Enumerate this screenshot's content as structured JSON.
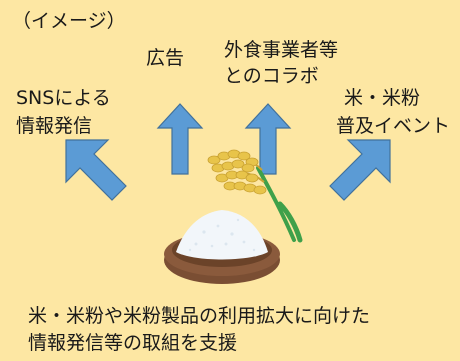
{
  "header": {
    "note": "（イメージ）"
  },
  "items": {
    "sns": {
      "line1": "SNSによる",
      "line2": "情報発信"
    },
    "ad": {
      "label": "広告"
    },
    "collab": {
      "line1": "外食事業者等",
      "line2": "とのコラボ"
    },
    "event": {
      "line1": "米・米粉",
      "line2": "普及イベント"
    }
  },
  "footer": {
    "line1": "米・米粉や米粉製品の利用拡大に向けた",
    "line2": "情報発信等の取組を支援"
  },
  "colors": {
    "background": "#FDE7A3",
    "arrow_fill": "#5B9BD5",
    "arrow_stroke": "#41719C",
    "grain": "#E8C44A",
    "stalk": "#3FA04A",
    "bowl": "#8A5A3C",
    "flour": "#F2F6FA"
  }
}
